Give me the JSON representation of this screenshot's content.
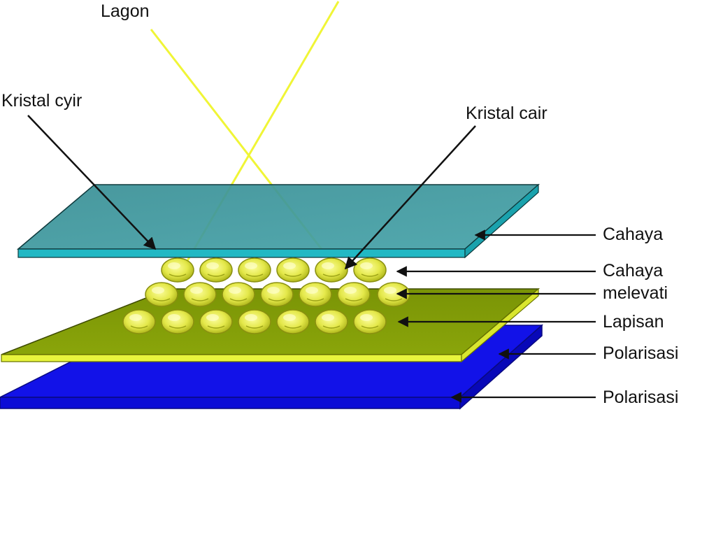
{
  "labels": {
    "top": "Lagon",
    "left": "Kristal cyir",
    "right": "Kristal cair",
    "cahaya_1": "Cahaya",
    "cahaya_2_line1": "Cahaya",
    "cahaya_2_line2": "melevati",
    "lapisan": "Lapisan",
    "polarisasi_1": "Polarisasi",
    "polarisasi_2": "Polarisasi"
  },
  "colors": {
    "top_glass": "#3e9a9f",
    "top_glass_edge": "#1fb3c0",
    "middle_layer": "#7f9b07",
    "middle_layer_edge": "#e8f53d",
    "bottom_layer": "#1010e6",
    "bottom_layer_edge": "#0a0ad8",
    "light_ray": "#f0f536",
    "crystal": "#e4e84a",
    "arrow": "#111111"
  }
}
